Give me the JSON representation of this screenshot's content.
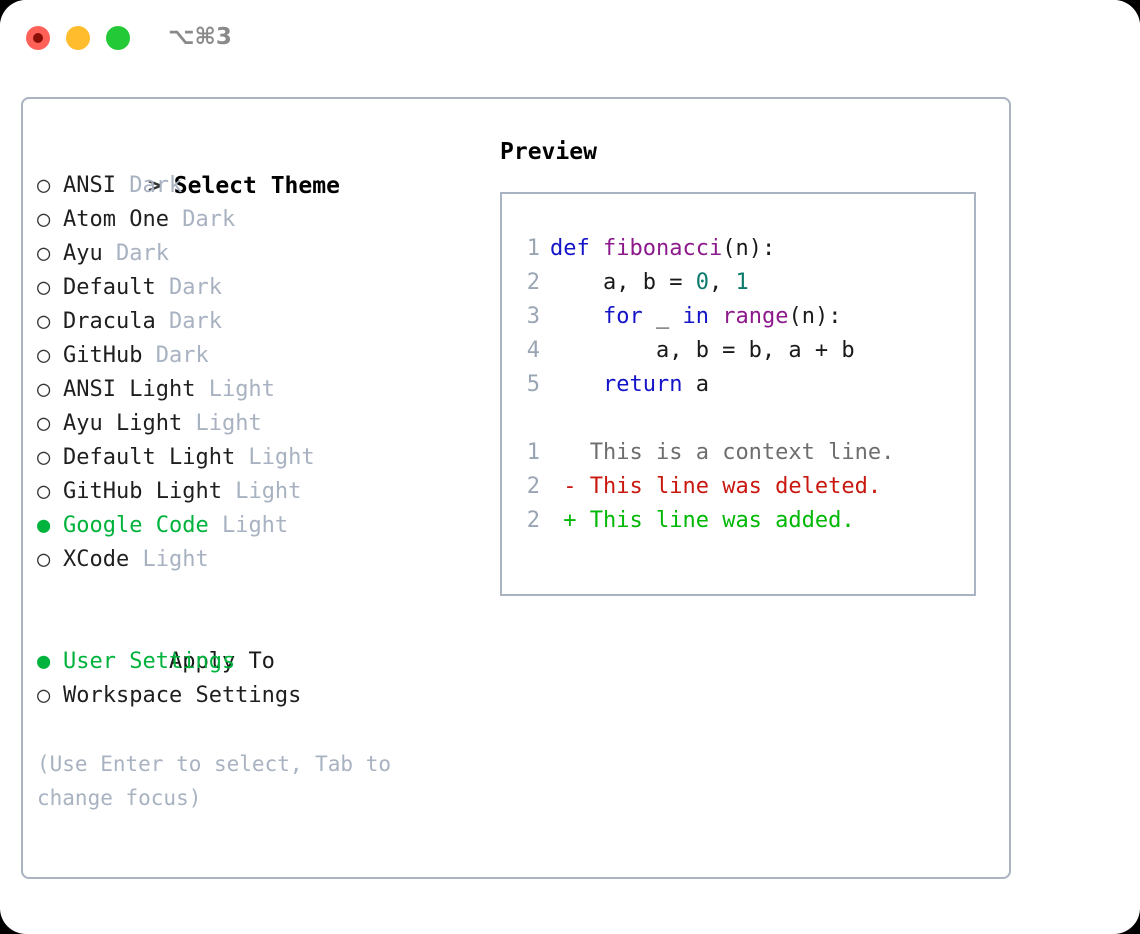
{
  "window": {
    "traffic_lights": [
      {
        "name": "close",
        "color": "#ff6159"
      },
      {
        "name": "minimize",
        "color": "#ffbd2e"
      },
      {
        "name": "maximize",
        "color": "#23c936"
      }
    ],
    "shortcut": "⌥⌘3"
  },
  "colors": {
    "accent_green": "#00b33c",
    "muted": "#a8b2c1",
    "border": "#a9b3c1",
    "keyword": "#1414c8",
    "function": "#8c1a8c",
    "number": "#0c7a6b",
    "diff_deleted": "#c9180f",
    "diff_added": "#00b805",
    "diff_context": "#6e6e6e"
  },
  "theme_picker": {
    "prompt_prefix": ">",
    "heading": "Select Theme",
    "bullet_off": "○",
    "bullet_on": "●",
    "items": [
      {
        "name": "ANSI",
        "variant": "Dark",
        "selected": false
      },
      {
        "name": "Atom One",
        "variant": "Dark",
        "selected": false
      },
      {
        "name": "Ayu",
        "variant": "Dark",
        "selected": false
      },
      {
        "name": "Default",
        "variant": "Dark",
        "selected": false
      },
      {
        "name": "Dracula",
        "variant": "Dark",
        "selected": false
      },
      {
        "name": "GitHub",
        "variant": "Dark",
        "selected": false
      },
      {
        "name": "ANSI Light",
        "variant": "Light",
        "selected": false
      },
      {
        "name": "Ayu Light",
        "variant": "Light",
        "selected": false
      },
      {
        "name": "Default Light",
        "variant": "Light",
        "selected": false
      },
      {
        "name": "GitHub Light",
        "variant": "Light",
        "selected": false
      },
      {
        "name": "Google Code",
        "variant": "Light",
        "selected": true
      },
      {
        "name": "XCode",
        "variant": "Light",
        "selected": false
      }
    ]
  },
  "apply_to": {
    "heading": "Apply To",
    "items": [
      {
        "name": "User Settings",
        "selected": true
      },
      {
        "name": "Workspace Settings",
        "selected": false
      }
    ]
  },
  "hint": "(Use Enter to select, Tab to change focus)",
  "preview": {
    "title": "Preview",
    "code_lines": [
      {
        "no": "1",
        "tokens": [
          {
            "t": "def ",
            "k": "kw"
          },
          {
            "t": "fibonacci",
            "k": "fn"
          },
          {
            "t": "(n):",
            "k": "plain"
          }
        ]
      },
      {
        "no": "2",
        "tokens": [
          {
            "t": "    a, b = ",
            "k": "plain"
          },
          {
            "t": "0",
            "k": "num"
          },
          {
            "t": ", ",
            "k": "plain"
          },
          {
            "t": "1",
            "k": "num"
          }
        ]
      },
      {
        "no": "3",
        "tokens": [
          {
            "t": "    for ",
            "k": "kw"
          },
          {
            "t": "_ ",
            "k": "plain"
          },
          {
            "t": "in ",
            "k": "kw"
          },
          {
            "t": "range",
            "k": "fn"
          },
          {
            "t": "(n):",
            "k": "plain"
          }
        ]
      },
      {
        "no": "4",
        "tokens": [
          {
            "t": "        a, b = b, a + b",
            "k": "plain"
          }
        ]
      },
      {
        "no": "5",
        "tokens": [
          {
            "t": "    return ",
            "k": "kw"
          },
          {
            "t": "a",
            "k": "plain"
          }
        ]
      }
    ],
    "diff_lines": [
      {
        "no": "1",
        "marker": " ",
        "text": " This is a context line.",
        "k": "ctx"
      },
      {
        "no": "2",
        "marker": "-",
        "text": " This line was deleted.",
        "k": "del"
      },
      {
        "no": "2",
        "marker": "+",
        "text": " This line was added.",
        "k": "add"
      }
    ]
  }
}
